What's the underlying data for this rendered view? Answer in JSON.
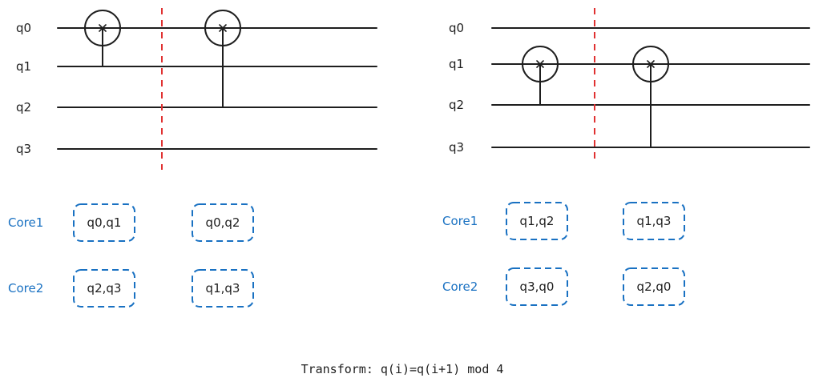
{
  "panels": [
    {
      "qubits": [
        "q0",
        "q1",
        "q2",
        "q3"
      ],
      "gates": [
        {
          "control": "q1",
          "target": "q0"
        },
        {
          "control": "q2",
          "target": "q0"
        }
      ],
      "cores": [
        {
          "name": "Core1",
          "pairs": [
            "q0,q1",
            "q0,q2"
          ]
        },
        {
          "name": "Core2",
          "pairs": [
            "q2,q3",
            "q1,q3"
          ]
        }
      ]
    },
    {
      "qubits": [
        "q0",
        "q1",
        "q2",
        "q3"
      ],
      "gates": [
        {
          "control": "q2",
          "target": "q1"
        },
        {
          "control": "q3",
          "target": "q1"
        }
      ],
      "cores": [
        {
          "name": "Core1",
          "pairs": [
            "q1,q2",
            "q1,q3"
          ]
        },
        {
          "name": "Core2",
          "pairs": [
            "q3,q0",
            "q2,q0"
          ]
        }
      ]
    }
  ],
  "gate_symbol": "×",
  "caption": "Transform:  q(i)=q(i+1) mod 4",
  "colors": {
    "ink": "#1e1e1e",
    "barrier": "#e03131",
    "core": "#1971c2"
  }
}
